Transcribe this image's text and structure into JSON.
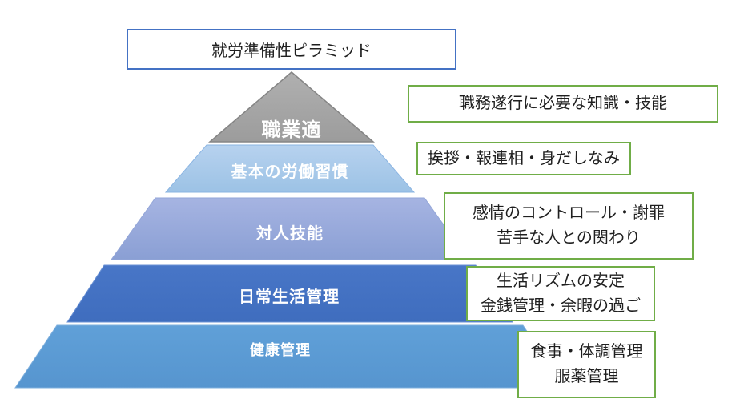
{
  "title": {
    "text": "就労準備性ピラミッド"
  },
  "pyramid": {
    "levels": [
      {
        "label": "職業適",
        "fill": "#a6a6a6",
        "shape": "triangle"
      },
      {
        "label": "基本の労働習慣",
        "fill": "#9dc3e6",
        "shape": "trapezoid"
      },
      {
        "label": "対人技能",
        "fill": "#8faadc",
        "shape": "trapezoid"
      },
      {
        "label": "日常生活管理",
        "fill": "#4472c4",
        "shape": "trapezoid"
      },
      {
        "label": "健康管理",
        "fill": "#5b9bd5",
        "shape": "trapezoid"
      }
    ]
  },
  "annotations": [
    {
      "lines": [
        "職務遂行に必要な知識・技能"
      ]
    },
    {
      "lines": [
        "挨拶・報連相・身だしなみ"
      ]
    },
    {
      "lines": [
        "感情のコントロール・謝罪",
        "苦手な人との関わり"
      ]
    },
    {
      "lines": [
        "生活リズムの安定",
        "金銭管理・余暇の過ご"
      ]
    },
    {
      "lines": [
        "食事・体調管理",
        "服薬管理"
      ]
    }
  ],
  "colors": {
    "title_border": "#4472c4",
    "annotation_border": "#70ad47",
    "text": "#1f1f1f",
    "level_label_text": "#ffffff",
    "level_gray": "#a6a6a6",
    "level_light_blue": "#9dc3e6",
    "level_periwinkle": "#8faadc",
    "level_dark_blue": "#4472c4",
    "level_medium_blue": "#5b9bd5"
  }
}
